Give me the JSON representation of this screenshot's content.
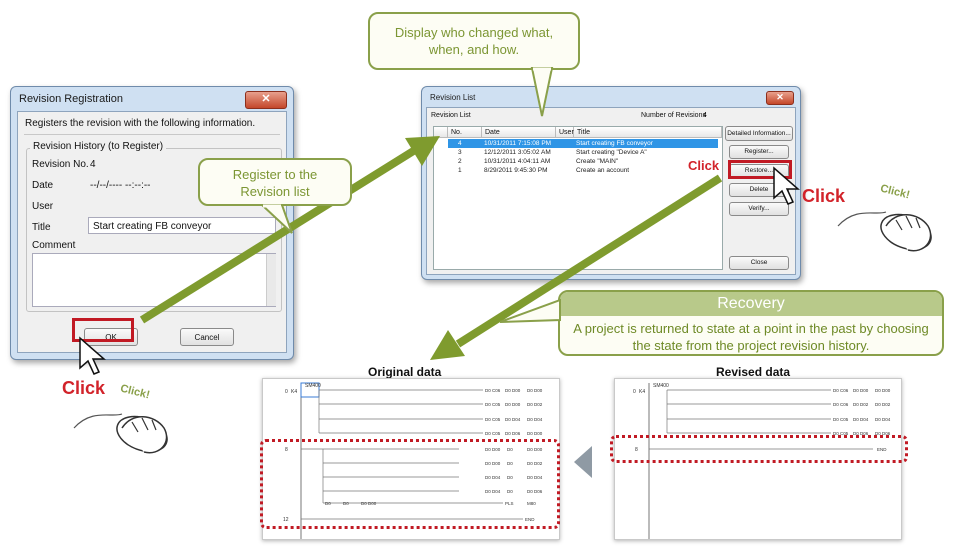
{
  "revision_registration": {
    "title": "Revision Registration",
    "intro": "Registers the revision with the following information.",
    "group_label": "Revision History (to Register)",
    "revision_no_label": "Revision No.",
    "revision_no_value": "4",
    "date_label": "Date",
    "date_value": "--/--/---- --:--:--",
    "user_label": "User",
    "title_label": "Title",
    "title_value": "Start creating FB conveyor",
    "comment_label": "Comment",
    "ok_label": "OK",
    "cancel_label": "Cancel"
  },
  "revision_list": {
    "title": "Revision List",
    "list_label": "Revision List",
    "count_label": "Number of Revisions",
    "count_value": "4",
    "columns": [
      "No.",
      "Date",
      "User",
      "Title"
    ],
    "rows": [
      {
        "no": "4",
        "date": "10/31/2011 7:15:08 PM",
        "user": "",
        "title": "Start creating FB conveyor"
      },
      {
        "no": "3",
        "date": "12/12/2011 3:05:02 AM",
        "user": "",
        "title": "Start creating \"Device A\""
      },
      {
        "no": "2",
        "date": "10/31/2011 4:04:11 AM",
        "user": "",
        "title": "Create \"MAIN\""
      },
      {
        "no": "1",
        "date": "8/29/2011 9:45:30 PM",
        "user": "",
        "title": "Create an account"
      }
    ],
    "buttons": {
      "detailed": "Detailed Information...",
      "register": "Register...",
      "restore": "Restore...",
      "delete": "Delete",
      "verify": "Verify...",
      "close": "Close"
    }
  },
  "callouts": {
    "display": "Display who changed what, when, and how.",
    "register": "Register to the Revision list",
    "recovery_title": "Recovery",
    "recovery_body": "A project is returned to state at a point in the past by choosing the state from the project revision history."
  },
  "click_labels": {
    "click_small": "Click",
    "click_big": "Click",
    "click_bottom": "Click",
    "click_icon": "Click!"
  },
  "panels": {
    "original_label": "Original data",
    "revised_label": "Revised data",
    "original_ladder": {
      "rungs": [
        "0",
        "8",
        "12"
      ],
      "top_devices": [
        "SM400",
        "K4"
      ],
      "coil_rows": [
        [
          "D0 C06",
          "D0 D00",
          "D0 D00"
        ],
        [
          "D0 C05",
          "D0 D00",
          "D0 D02"
        ],
        [
          "D0 C05",
          "D0 D04",
          "D0 D04"
        ],
        [
          "D0 C05",
          "D0 D06",
          "D0 D00"
        ]
      ],
      "mid_rows": [
        [
          "D0 D00",
          "D0",
          "D0 D00"
        ],
        [
          "D0 D00",
          "D0",
          "D0 D02"
        ],
        [
          "D0 D04",
          "D0",
          "D0 D04"
        ],
        [
          "D0 D04",
          "D0",
          "D0 D06"
        ]
      ],
      "bottom_left": [
        "D0",
        "D0",
        "D0 D00"
      ],
      "bottom_right": [
        "PLS",
        "M80"
      ],
      "end": "END"
    },
    "revised_ladder": {
      "rungs": [
        "0",
        "8"
      ],
      "top_devices": [
        "SM400",
        "K4"
      ],
      "coil_rows": [
        [
          "D0 C06",
          "D0 D00",
          "D0 D00"
        ],
        [
          "D0 C06",
          "D0 D02",
          "D0 D02"
        ],
        [
          "D0 C05",
          "D0 D04",
          "D0 D04"
        ],
        [
          "D0 C05",
          "D0 D06",
          "D0 D06"
        ]
      ],
      "end": "END"
    }
  },
  "colors": {
    "accent_green": "#8aa04a",
    "arrow_green": "#7f9b2e",
    "highlight_red": "#c11a24",
    "selection_blue": "#2f95e6"
  }
}
